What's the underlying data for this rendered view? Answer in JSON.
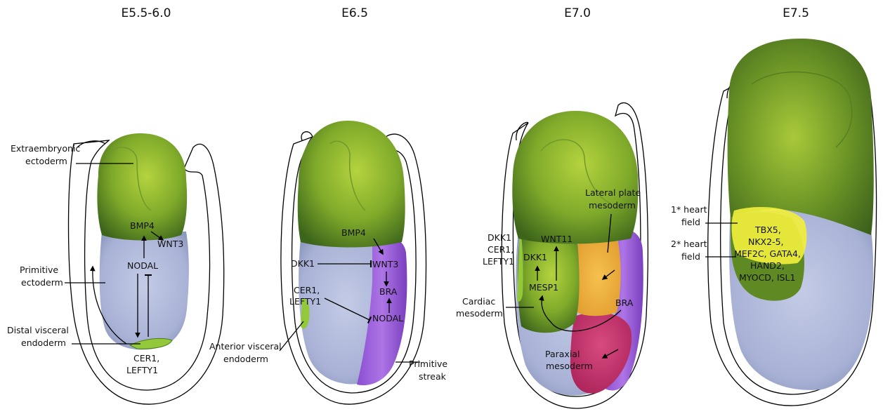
{
  "stages": [
    "E5.5-6.0",
    "E6.5",
    "E7.0",
    "E7.5"
  ],
  "e55": {
    "extraembryonic_ectoderm": [
      "Extraembryonic",
      "ectoderm"
    ],
    "primitive_ectoderm": [
      "Primitive",
      "ectoderm"
    ],
    "distal_visceral_endoderm": [
      "Distal visceral",
      "endoderm"
    ],
    "bmp4": "BMP4",
    "wnt3": "WNT3",
    "nodal": "NODAL",
    "cer1_lefty1": [
      "CER1,",
      "LEFTY1"
    ]
  },
  "e65": {
    "bmp4": "BMP4",
    "dkk1": "DKK1",
    "wnt3": "WNT3",
    "bra": "BRA",
    "nodal": "NODAL",
    "cer1_lefty1": [
      "CER1,",
      "LEFTY1"
    ],
    "anterior_visceral_endoderm": [
      "Anterior visceral",
      "endoderm"
    ],
    "primitive_streak": [
      "Primitive",
      "streak"
    ]
  },
  "e70": {
    "dkk1_cer1_lefty1": [
      "DKK1",
      "CER1,",
      "LEFTY1"
    ],
    "wnt11": "WNT11",
    "dkk1": "DKK1",
    "mesp1": "MESP1",
    "bra": "BRA",
    "lateral_plate_mesoderm": [
      "Lateral plate",
      "mesoderm"
    ],
    "cardiac_mesoderm": [
      "Cardiac",
      "mesoderm"
    ],
    "paraxial_mesoderm": [
      "Paraxial",
      "mesoderm"
    ]
  },
  "e75": {
    "first_heart_field": [
      "1* heart",
      "field"
    ],
    "second_heart_field": [
      "2* heart",
      "field"
    ],
    "genes": [
      "TBX5,",
      "NKX2-5,",
      "MEF2C, GATA4,",
      "HAND2,",
      "MYOCD, ISL1"
    ]
  },
  "colors": {
    "green_light": "#a6c93a",
    "green_dark": "#3f6b1c",
    "blue_light": "#b7c0de",
    "blue_dark": "#8d98bf",
    "purple": "#9a5ed6",
    "orange": "#f2b13b",
    "magenta": "#c9356d",
    "yellow": "#f2f03a"
  }
}
